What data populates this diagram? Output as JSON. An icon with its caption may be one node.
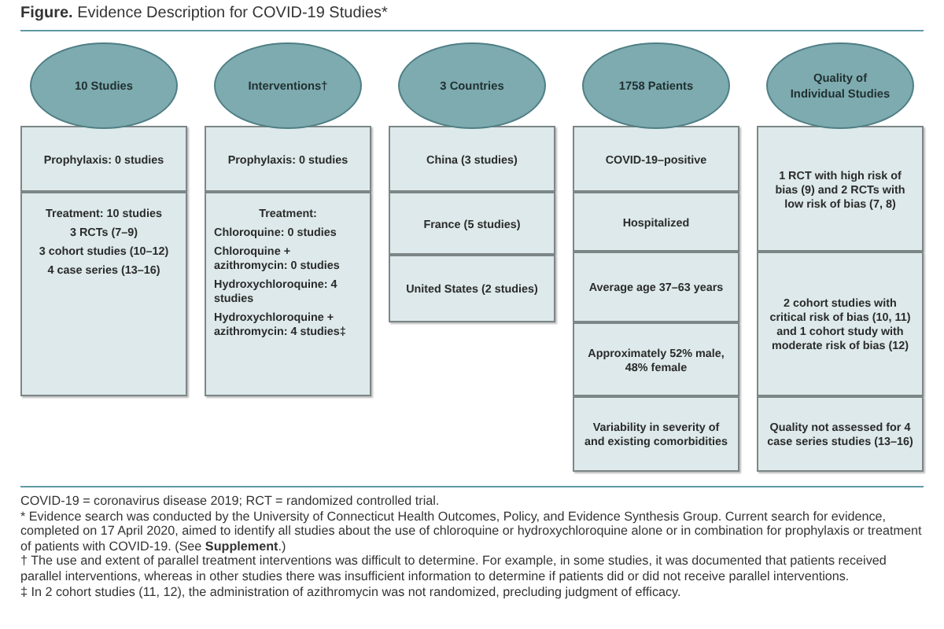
{
  "diagram": {
    "title": "**Figure.** Evidence Description for COVID-19 Studies*",
    "nodes": [
      {
        "text": [
          "10 Studies"
        ]
      },
      {
        "text": [
          "Prophylaxis: 0 studies"
        ]
      },
      {
        "text": [
          "Treatment: 10 studies",
          "3 RCTs (7–9)",
          "3 cohort studies (10–12)",
          "4 case series (13–16)"
        ]
      },
      {
        "text": [
          "Interventions†"
        ]
      },
      {
        "text": [
          "Prophylaxis: 0 studies"
        ]
      },
      {
        "text": [
          "Treatment:",
          "Chloroquine: 0 studies",
          "Chloroquine + azithromycin: 0 studies",
          "Hydroxychloroquine: 4 studies",
          "Hydroxychloroquine + azithromycin: 4 studies‡"
        ]
      },
      {
        "text": [
          "3 Countries"
        ]
      },
      {
        "text": [
          "China (3 studies)"
        ]
      },
      {
        "text": [
          "France (5 studies)"
        ]
      },
      {
        "text": [
          "United States (2 studies)"
        ]
      },
      {
        "text": [
          "1758 Patients"
        ]
      },
      {
        "text": [
          "COVID-19–positive"
        ]
      },
      {
        "text": [
          "Hospitalized"
        ]
      },
      {
        "text": [
          "Average age 37–63 years"
        ]
      },
      {
        "text": [
          "Approximately 52% male, 48% female"
        ]
      },
      {
        "text": [
          "Variability in severity of and existing comorbidities"
        ]
      },
      {
        "text": [
          "Quality of Individual Studies"
        ]
      },
      {
        "text": [
          "1 RCT with high risk of bias (9) and 2 RCTs with low risk of bias (7, 8)"
        ]
      },
      {
        "text": [
          "2 cohort studies with critical risk of bias (10, 11) and 1 cohort study with moderate risk of bias (12)"
        ]
      },
      {
        "text": [
          "Quality not assessed for 4 case series studies (13–16)"
        ]
      }
    ],
    "labels": [
      "COVID-19 = coronavirus disease 2019; RCT = randomized controlled trial.",
      "* Evidence search was conducted by the University of Connecticut Health Outcomes, Policy, and Evidence Synthesis Group. Current search for evidence, completed on 17 April 2020, aimed to identify all studies about the use of chloroquine or hydroxychloroquine alone or in combination for prophylaxis or treatment of patients with COVID-19. (See **Supplement**.)",
      "† The use and extent of parallel treatment interventions was difficult to determine. For example, in some studies, it was documented that patients received parallel interventions, whereas in other studies there was insufficient information to determine if patients did or did not receive parallel interventions.",
      "‡ In 2 cohort studies (11, 12), the administration of azithromycin was not randomized, precluding judgment of efficacy."
    ]
  }
}
